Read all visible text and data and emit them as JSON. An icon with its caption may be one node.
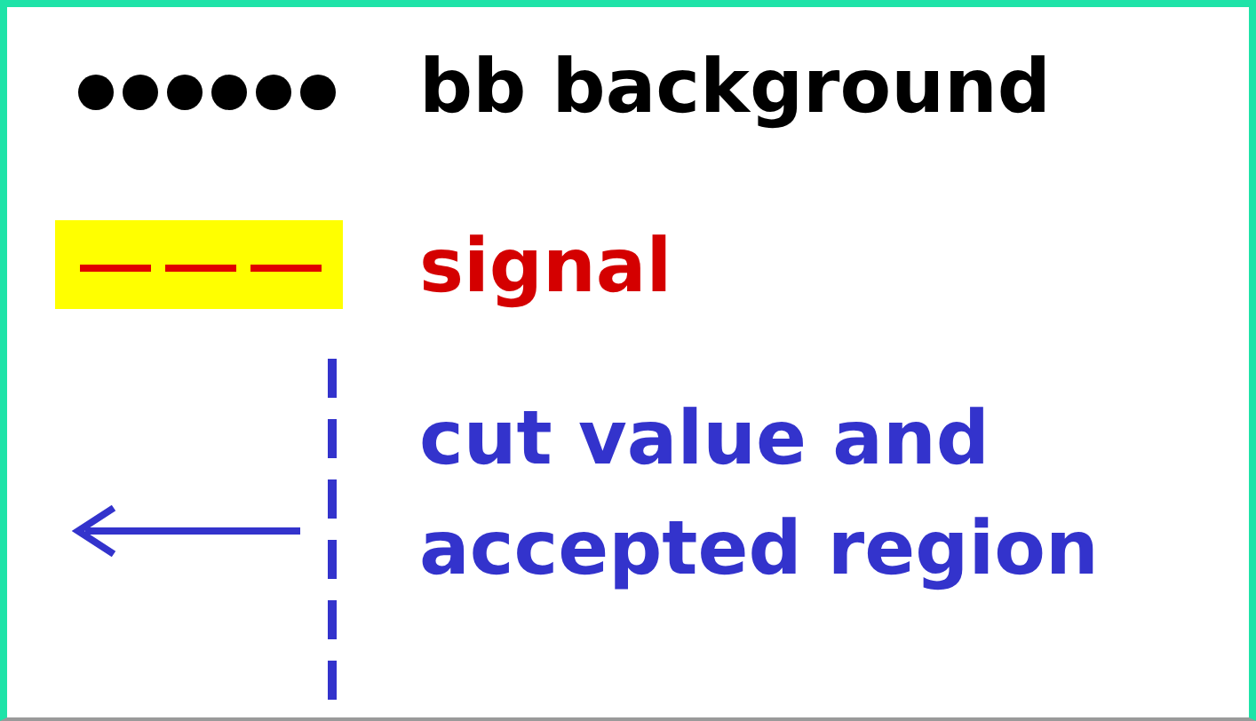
{
  "diagram": {
    "legend": [
      {
        "text": "bb background"
      },
      {
        "text": "signal"
      },
      {
        "text": "cut value and accepted region"
      }
    ]
  }
}
